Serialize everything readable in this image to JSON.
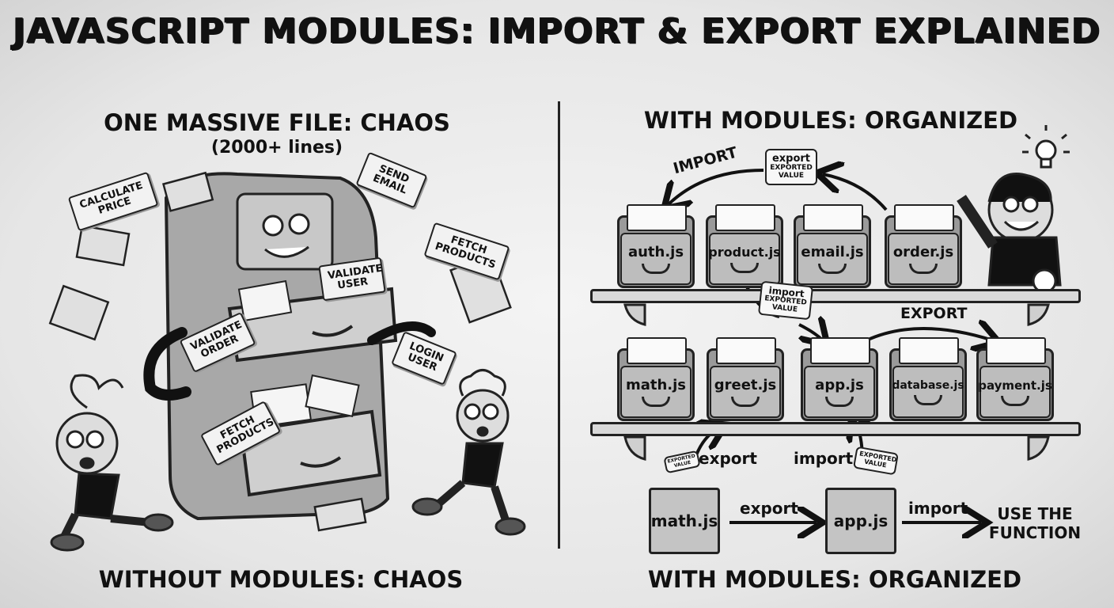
{
  "title": "JAVASCRIPT MODULES: IMPORT & EXPORT EXPLAINED",
  "left": {
    "heading": "ONE MASSIVE FILE: CHAOS",
    "subheading": "(2000+ lines)",
    "papers": [
      "CALCULATE PRICE",
      "SEND EMAIL",
      "FETCH PRODUCTS",
      "VALIDATE USER",
      "VALIDATE ORDER",
      "LOGIN USER",
      "FETCH PRODUCTS"
    ],
    "caption": "WITHOUT MODULES: CHAOS"
  },
  "right": {
    "heading": "WITH MODULES: ORGANIZED",
    "top_shelf": [
      "auth.js",
      "product.js",
      "email.js",
      "order.js"
    ],
    "bottom_shelf": [
      "math.js",
      "greet.js",
      "app.js",
      "database.js",
      "payment.js"
    ],
    "arrow_import": "IMPORT",
    "arrow_export": "EXPORT",
    "scroll_top": {
      "title": "export",
      "body": "EXPORTED VALUE"
    },
    "scroll_mid": {
      "title": "import",
      "body": "EXPORTED VALUE"
    },
    "scroll_small_left": "EXPORTED VALUE",
    "scroll_small_right": "EXPORTED VALUE",
    "label_export": "export",
    "label_import": "import",
    "flow": {
      "source": "math.js",
      "step1": "export",
      "target": "app.js",
      "step2": "import",
      "result": "USE THE FUNCTION"
    },
    "caption": "WITH MODULES: ORGANIZED"
  }
}
